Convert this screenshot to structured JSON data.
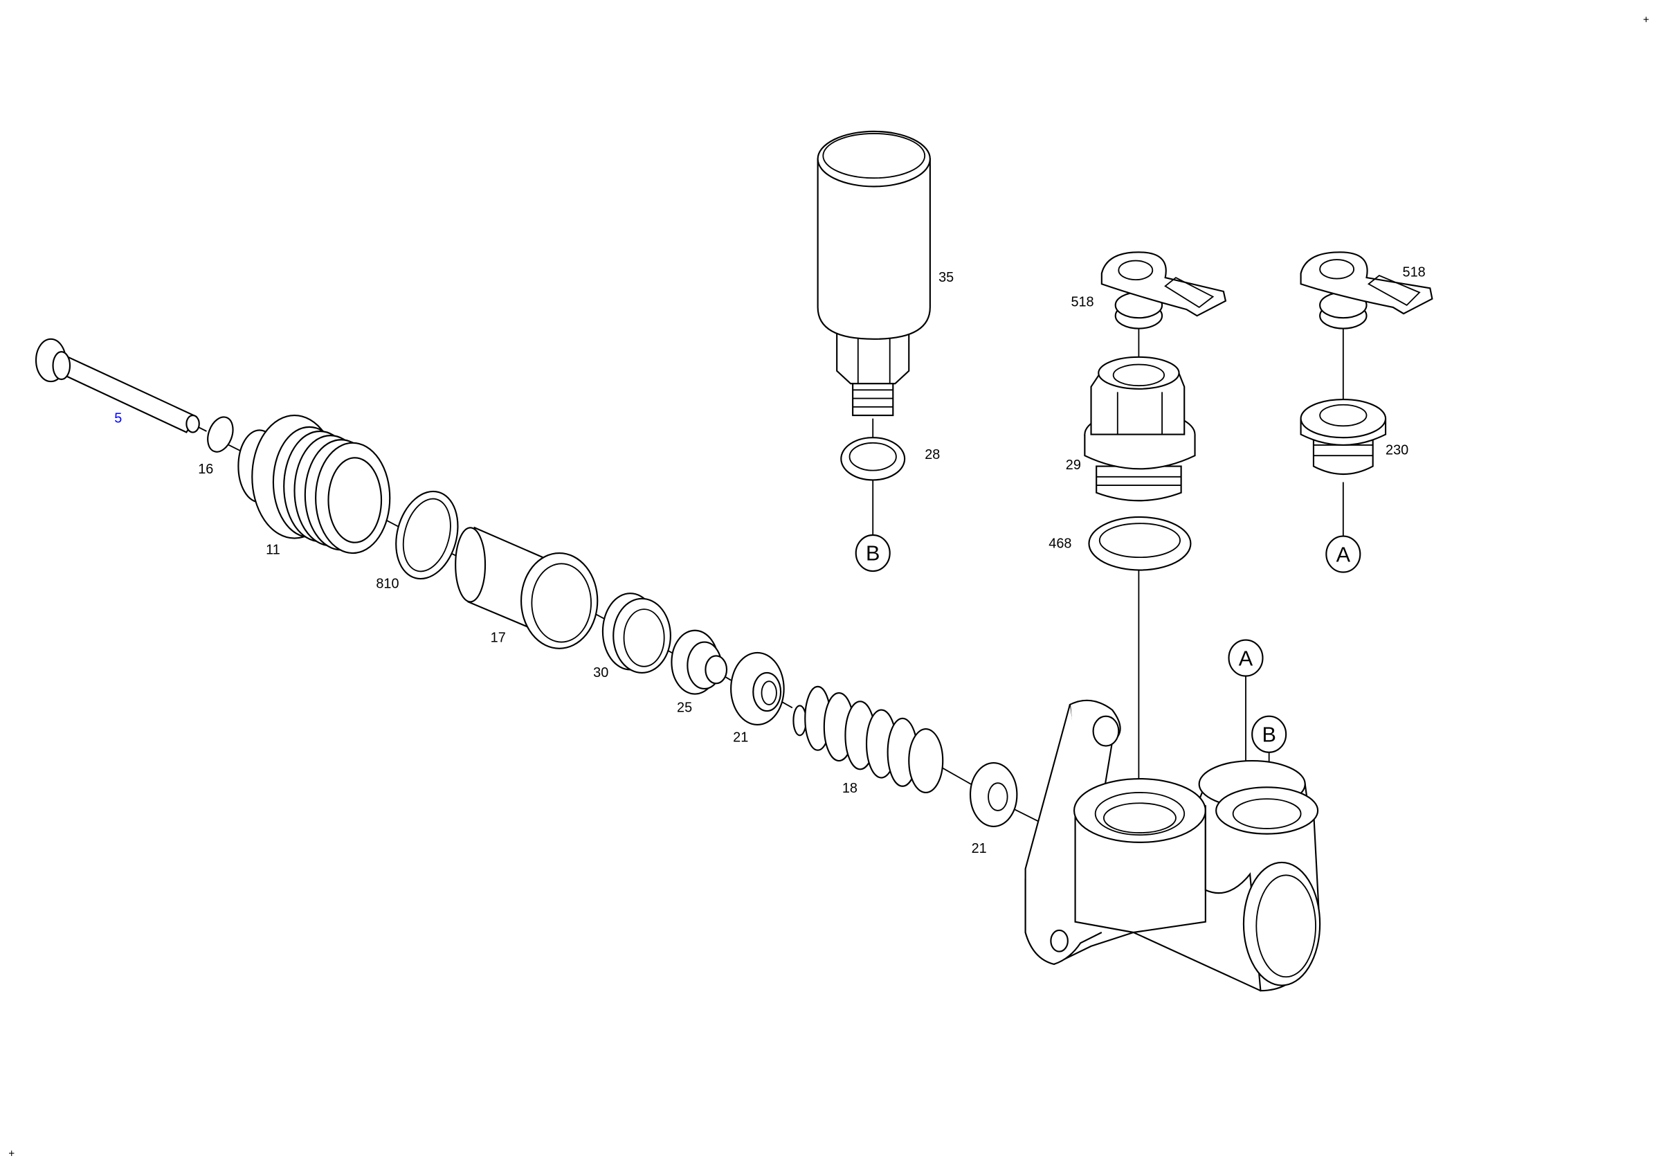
{
  "diagram": {
    "callouts": {
      "pin": "5",
      "ring_16": "16",
      "nut_11": "11",
      "ring_810": "810",
      "sleeve_17": "17",
      "cup_30": "30",
      "valve_25": "25",
      "washer_21a": "21",
      "spring_18": "18",
      "washer_21b": "21",
      "filter_35": "35",
      "seal_28": "28",
      "cap_518a": "518",
      "cap_518b": "518",
      "fitting_29": "29",
      "plug_230": "230",
      "seal_468": "468"
    },
    "refs": {
      "b_top": "B",
      "a_top": "A",
      "a_housing": "A",
      "b_housing": "B"
    },
    "corner_marks": [
      "+",
      "+"
    ],
    "colors": {
      "link": "#0000ff",
      "line": "#000000"
    }
  }
}
